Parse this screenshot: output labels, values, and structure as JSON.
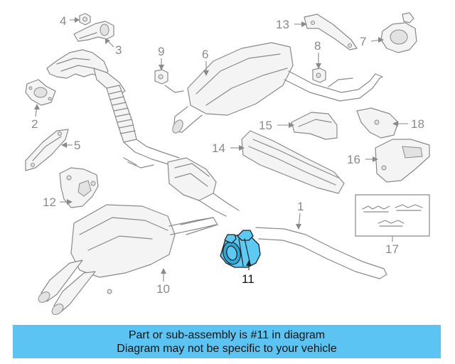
{
  "diagram": {
    "callouts": [
      {
        "id": "c1",
        "label": "1"
      },
      {
        "id": "c2",
        "label": "2"
      },
      {
        "id": "c3",
        "label": "3"
      },
      {
        "id": "c4",
        "label": "4"
      },
      {
        "id": "c5",
        "label": "5"
      },
      {
        "id": "c6",
        "label": "6"
      },
      {
        "id": "c7",
        "label": "7"
      },
      {
        "id": "c8",
        "label": "8"
      },
      {
        "id": "c9",
        "label": "9"
      },
      {
        "id": "c10",
        "label": "10"
      },
      {
        "id": "c11",
        "label": "11"
      },
      {
        "id": "c12",
        "label": "12"
      },
      {
        "id": "c13",
        "label": "13"
      },
      {
        "id": "c14",
        "label": "14"
      },
      {
        "id": "c15",
        "label": "15"
      },
      {
        "id": "c16",
        "label": "16"
      },
      {
        "id": "c17",
        "label": "17"
      },
      {
        "id": "c18",
        "label": "18"
      }
    ],
    "highlighted_part": "11",
    "colors": {
      "highlight": "#5ccaf2",
      "line": "#8a8a8a",
      "banner": "#5bc4f2"
    }
  },
  "banner": {
    "line1": "Part or sub-assembly is #11 in diagram",
    "line2": "Diagram may not be specific to your vehicle"
  }
}
